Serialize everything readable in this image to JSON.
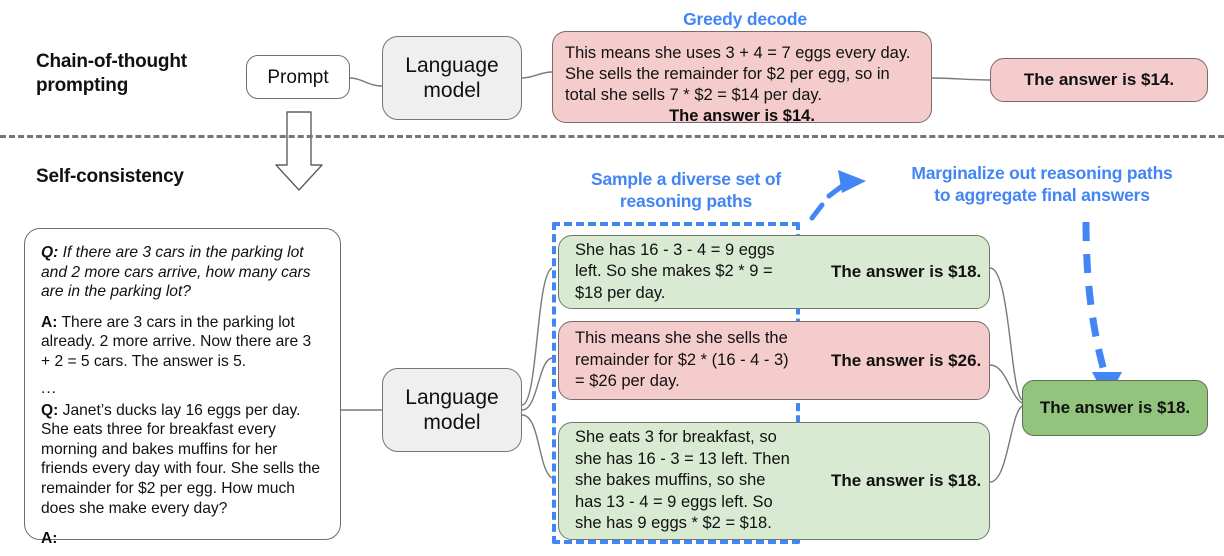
{
  "diagram": {
    "title_top": "Chain-of-thought\nprompting",
    "title_bottom": "Self-consistency",
    "accent_blue": "#4285f4",
    "pink": "#f4cccc",
    "light_green": "#d9ead3",
    "dark_green": "#93c47d",
    "grey_box": "#efefef"
  },
  "top": {
    "heading": "Greedy decode",
    "prompt_label": "Prompt",
    "model_label": "Language\nmodel",
    "output": {
      "body": "This means she uses 3 + 4 = 7 eggs every day.\nShe sells the remainder for $2 per egg, so in\ntotal she sells 7 * $2 = $14 per day.",
      "bold_line": "The answer is $14."
    },
    "final_answer": "The answer is $14."
  },
  "bottom": {
    "heading_sample": "Sample a diverse set of\nreasoning paths",
    "heading_marginalize": "Marginalize out reasoning paths\nto aggregate final answers",
    "model_label": "Language\nmodel",
    "prompt_card": {
      "q1_label": "Q:",
      "q1_text": " If there are 3 cars in the parking lot and 2 more cars arrive, how many cars are in the parking lot?",
      "a1_label": "A:",
      "a1_text": " There are 3 cars in the parking lot already. 2 more arrive. Now there are 3 + 2 = 5 cars. The answer is 5.",
      "ellipsis": "...",
      "q2_label": "Q:",
      "q2_text": " Janet’s ducks lay 16 eggs per day. She eats three for breakfast every morning and bakes muffins for her friends every day with four. She sells the remainder for $2 per egg. How much does she make every day?",
      "a2_label": "A:"
    },
    "paths": [
      {
        "color": "green",
        "reasoning": "She has 16 - 3 - 4 = 9 eggs\nleft. So she makes $2 * 9 =\n$18 per day.",
        "answer": "The answer is $18."
      },
      {
        "color": "pink",
        "reasoning": "This means she she sells the\nremainder for $2 * (16 - 4 - 3)\n= $26 per day.",
        "answer": "The answer is $26."
      },
      {
        "color": "green",
        "reasoning": "She eats 3 for breakfast, so\nshe has 16 - 3 = 13 left. Then\nshe bakes muffins, so she\nhas 13 - 4 = 9 eggs left. So\nshe has 9 eggs * $2 = $18.",
        "answer": "The answer is $18."
      }
    ],
    "aggregated_answer": "The answer is $18."
  }
}
